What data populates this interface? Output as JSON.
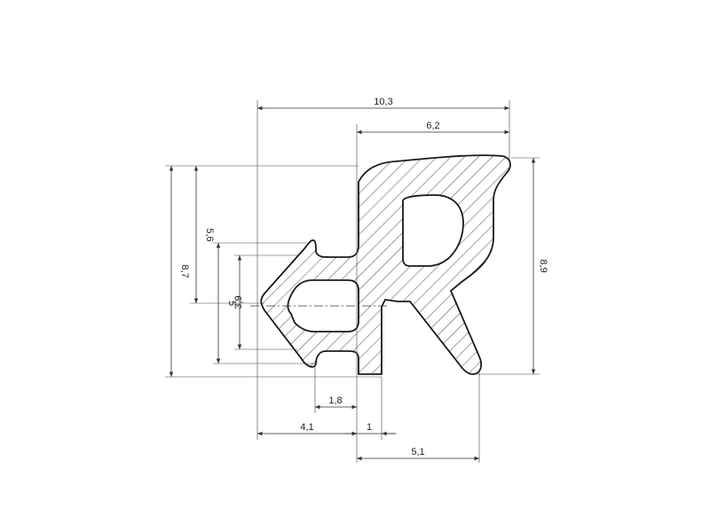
{
  "drawing": {
    "line_color": "#1a1a1a",
    "hatch_color": "#333333",
    "background": "#ffffff",
    "dimensions": {
      "overall_width": "10,3",
      "top_right_width": "6,2",
      "right_height": "8,9",
      "left_overall_height": "8,7",
      "left_upper_height": "5,6",
      "arrow_height": "5",
      "cavity_height": "3,9",
      "gap_width": "1,8",
      "lower_left_width": "4,1",
      "neck_width": "1",
      "bottom_right_width": "5,1"
    }
  }
}
